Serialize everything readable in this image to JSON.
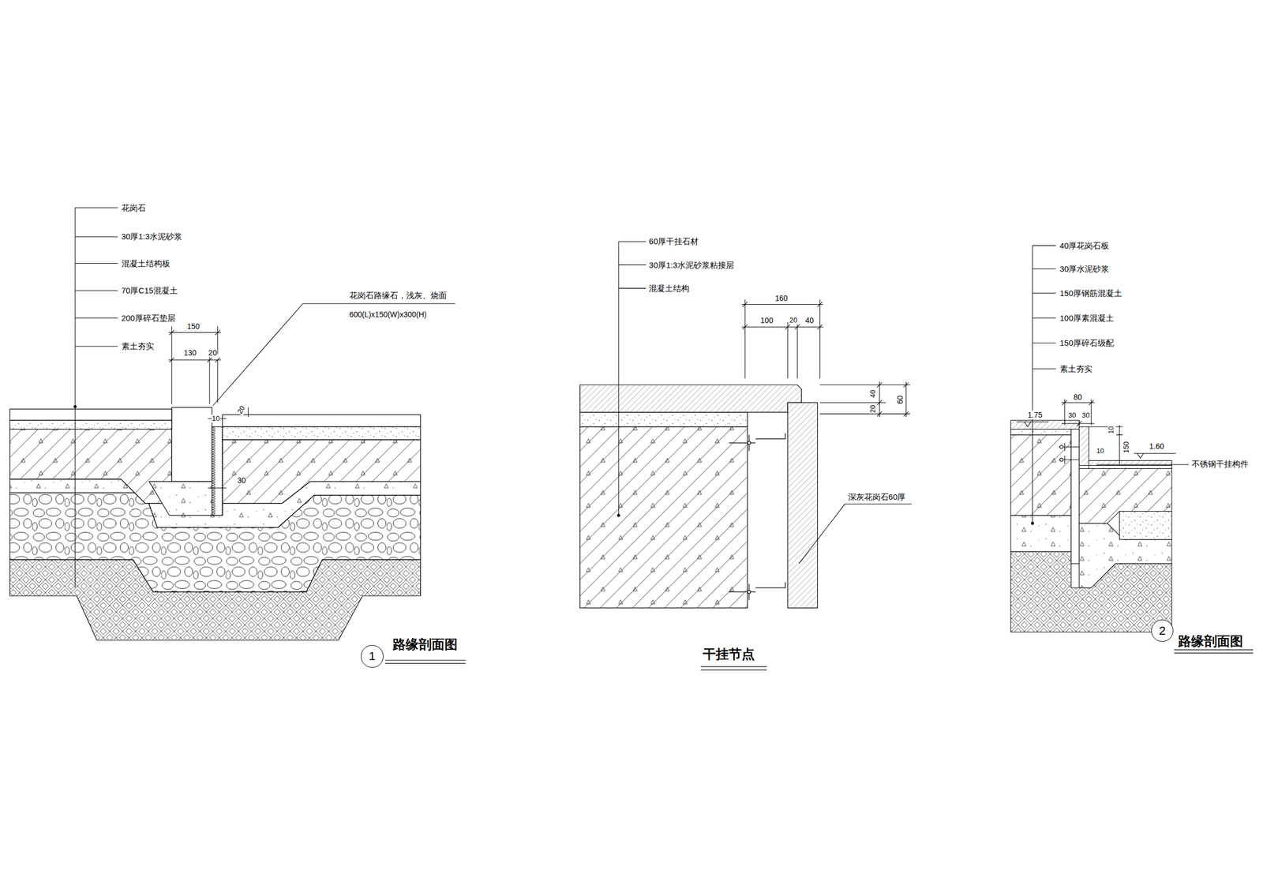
{
  "diagram": {
    "nodes": [
      {
        "text": [
          "1"
        ]
      },
      {
        "text": [
          "2"
        ]
      }
    ],
    "labels": [
      "花岗石",
      "30厚1:3水泥砂浆",
      "混凝土结构板",
      "70厚C15混凝土",
      "200厚碎石垫层",
      "素土夯实",
      "花岗石路缘石，浅灰、烧面",
      "600(L)x150(W)x300(H)",
      "150",
      "130",
      "20",
      "10",
      "20",
      "30",
      "路缘剖面图",
      "60厚干挂石材",
      "30厚1:3水泥砂浆粘接层",
      "混凝土结构",
      "160",
      "100",
      "20",
      "40",
      "20",
      "40",
      "60",
      "深灰花岗石60厚",
      "干挂节点",
      "40厚花岗石板",
      "30厚水泥砂浆",
      "150厚钢筋混凝土",
      "100厚素混凝土",
      "150厚碎石级配",
      "素土夯实",
      "80",
      "30",
      "30",
      "1.75",
      "10",
      "150",
      "1.60",
      "10",
      "不锈钢干挂构件",
      "路缘剖面图"
    ]
  }
}
